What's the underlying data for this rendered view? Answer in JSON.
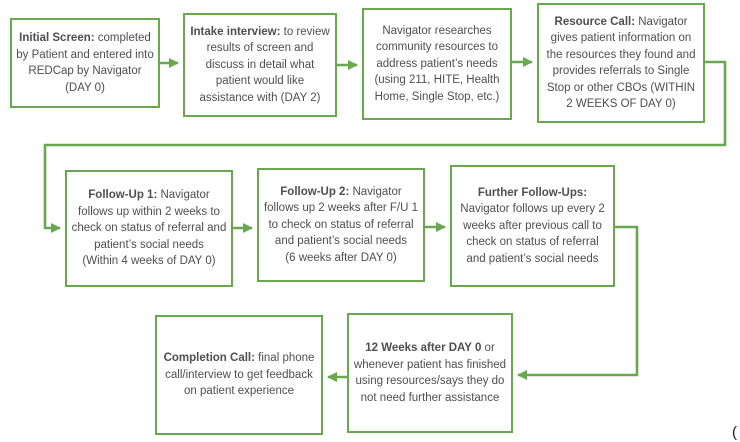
{
  "colors": {
    "line_green": "#6aa84f",
    "text_gray": "#4f4f51"
  },
  "caption_fragment": "(",
  "boxes": [
    {
      "title": "Initial Screen:",
      "body": " completed by Patient and entered into REDCap by Navigator (DAY 0)"
    },
    {
      "title": "Intake interview:",
      "body": " to review results of screen and discuss in detail what patient would like assistance with (DAY 2)"
    },
    {
      "title": "",
      "body": "Navigator researches community resources to address patient’s needs (using 211, HITE, Health Home, Single Stop, etc.)"
    },
    {
      "title": "Resource Call:",
      "body": " Navigator gives patient information on the resources they found and provides referrals to Single Stop or other CBOs (WITHIN 2 WEEKS OF DAY 0)"
    },
    {
      "title": "Follow-Up 1:",
      "body": " Navigator follows up within 2 weeks to check on status of referral and patient’s social needs\n(Within 4 weeks of DAY 0)"
    },
    {
      "title": "Follow-Up 2:",
      "body": " Navigator follows up 2 weeks after F/U 1 to check on status of referral and patient’s social needs\n(6 weeks after DAY 0)"
    },
    {
      "title": "Further Follow-Ups:",
      "body": " Navigator follows up every 2 weeks after previous call to check on status of referral and patient’s social needs"
    },
    {
      "title": "Completion Call:",
      "body": " final phone call/interview to get feedback on patient experience"
    },
    {
      "title": "12 Weeks after DAY 0",
      "body": " or whenever patient has finished using resources/says they do not need further assistance"
    }
  ]
}
